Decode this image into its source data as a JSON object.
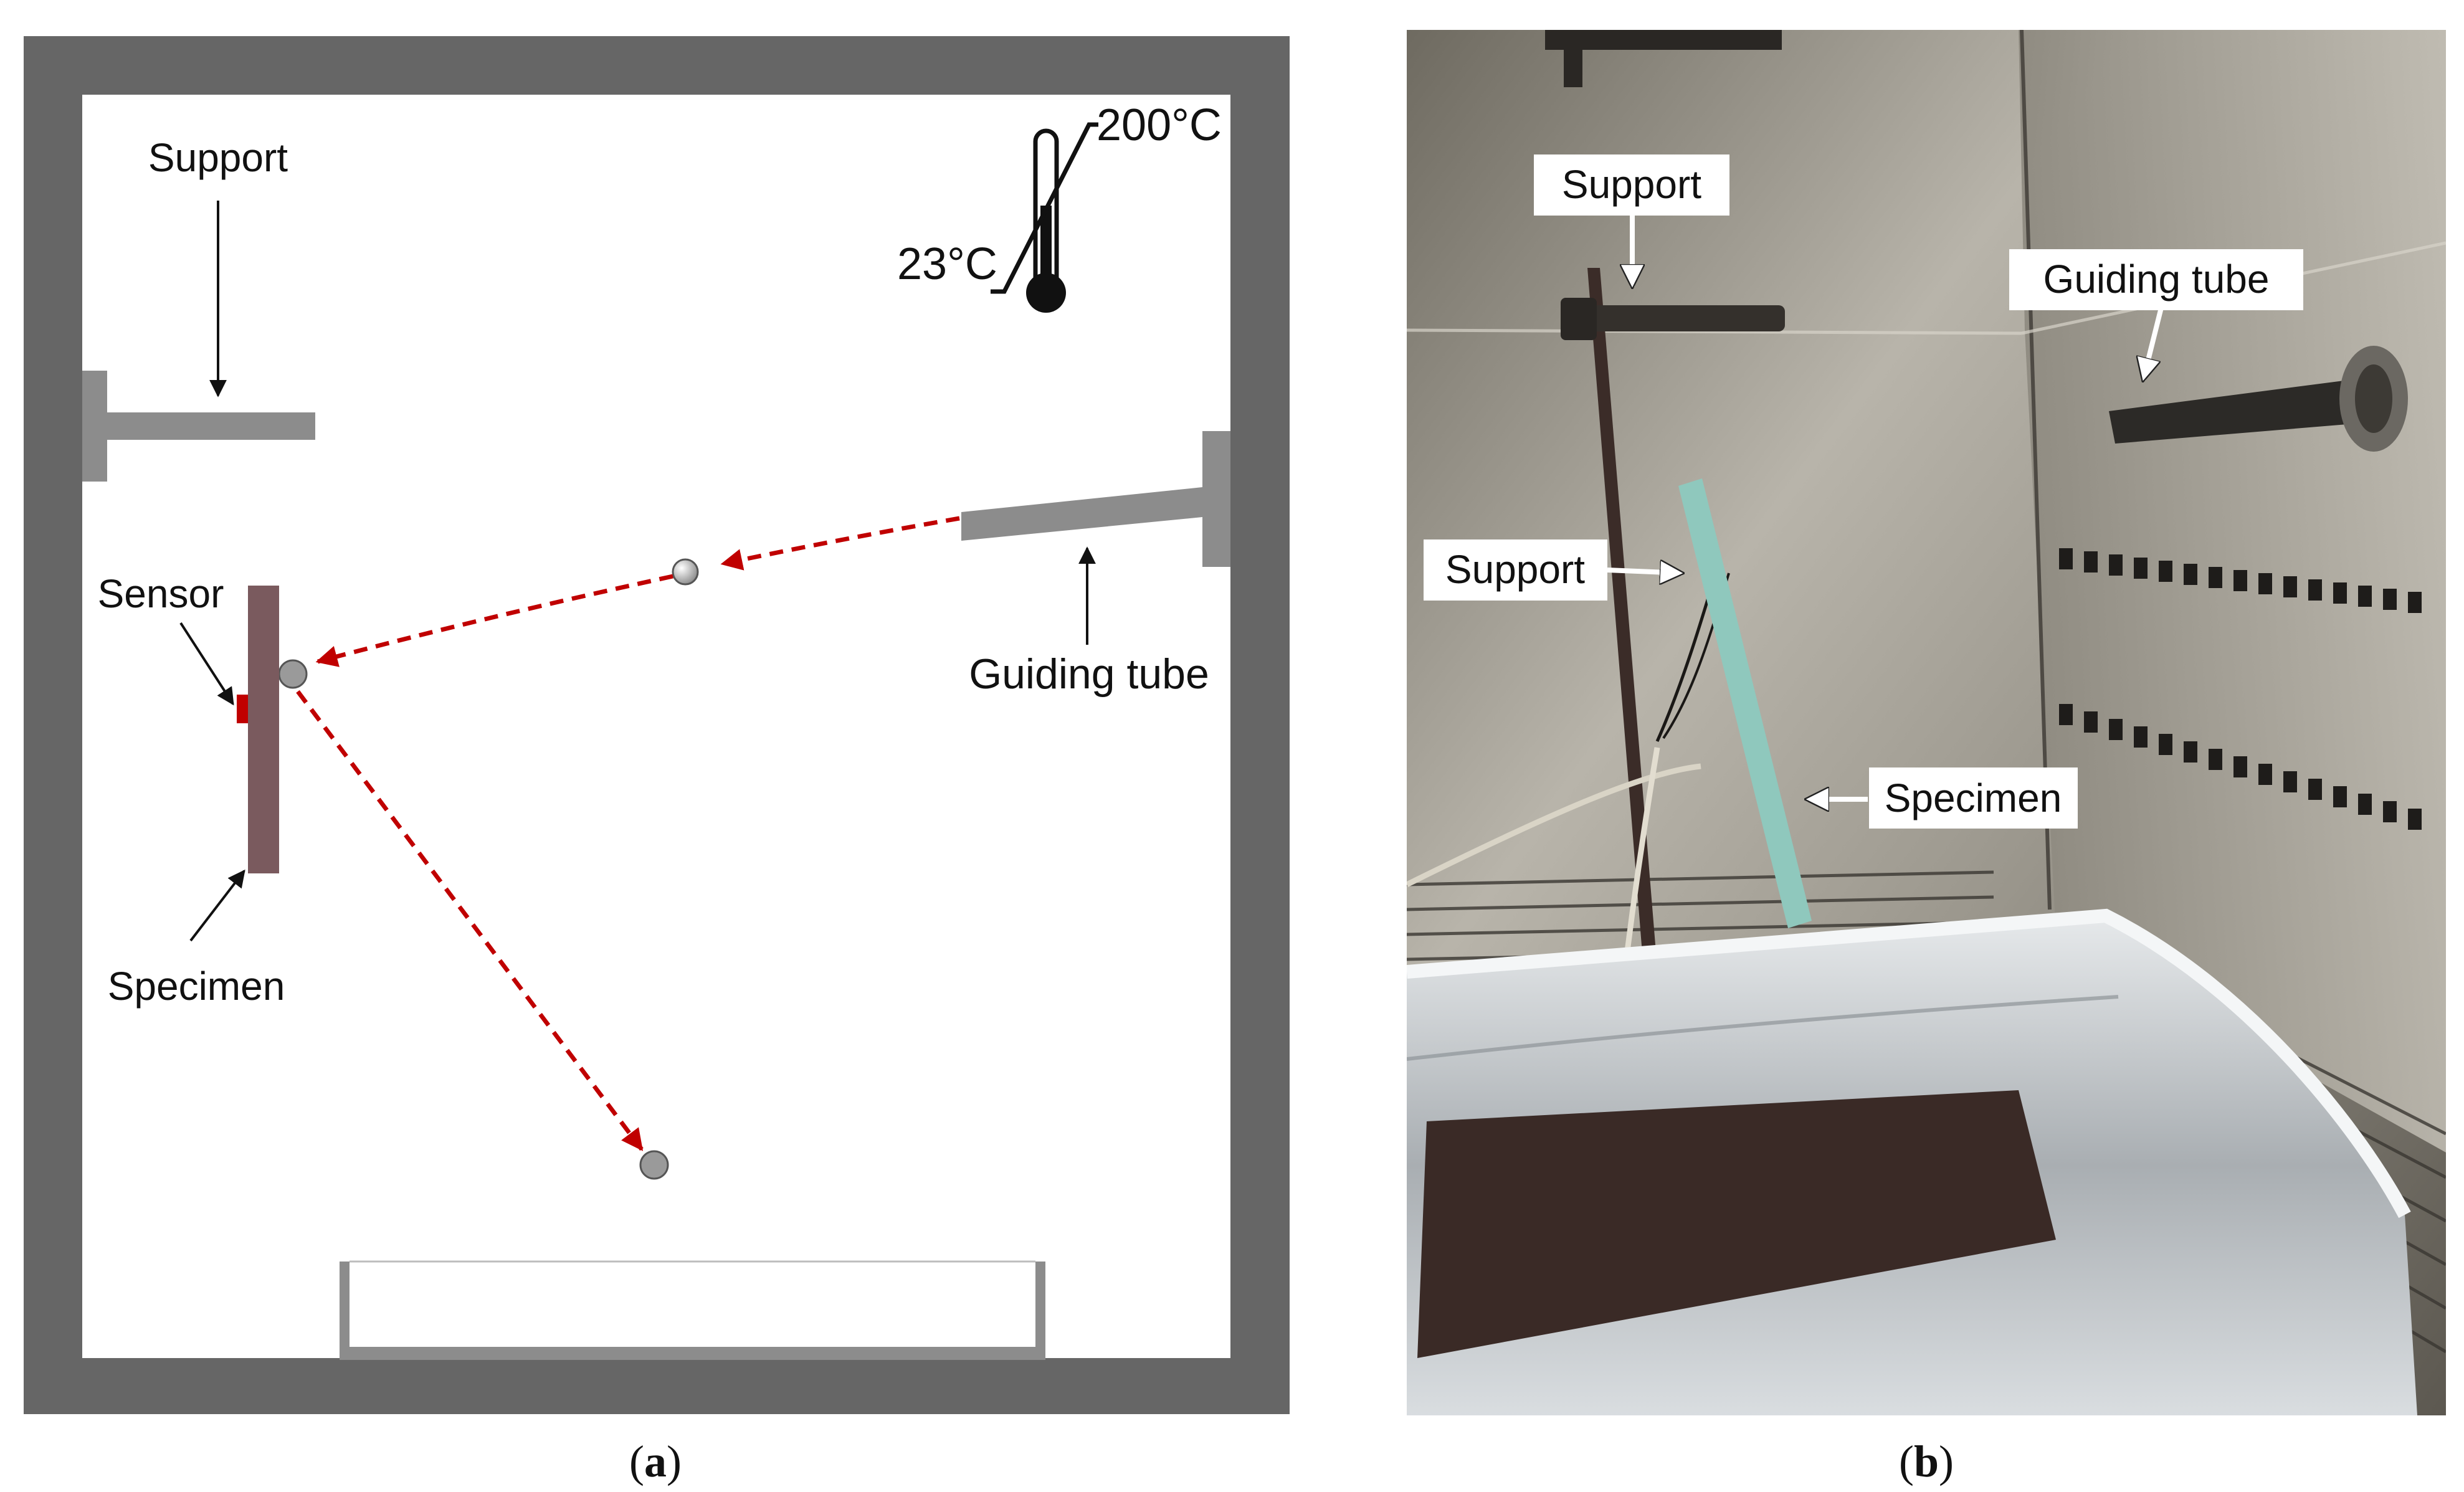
{
  "panel_a": {
    "labels": {
      "support": "Support",
      "sensor": "Sensor",
      "specimen": "Specimen",
      "guiding_tube": "Guiding tube",
      "temp_high": "200°C",
      "temp_low": "23°C"
    },
    "caption": {
      "open": "(",
      "letter": "a",
      "close": ")"
    }
  },
  "panel_b": {
    "labels": {
      "support_top": "Support",
      "support_side": "Support",
      "guiding_tube": "Guiding tube",
      "specimen": "Specimen"
    },
    "caption": {
      "open": "(",
      "letter": "b",
      "close": ")"
    }
  },
  "colors": {
    "oven_wall": "#666666",
    "fixture_gray": "#8c8c8c",
    "specimen": "#7a5a5e",
    "sensor": "#c00000",
    "trajectory": "#c00000",
    "specimen_photo": "#8fc8bd",
    "foil": "#cfd3d6"
  }
}
